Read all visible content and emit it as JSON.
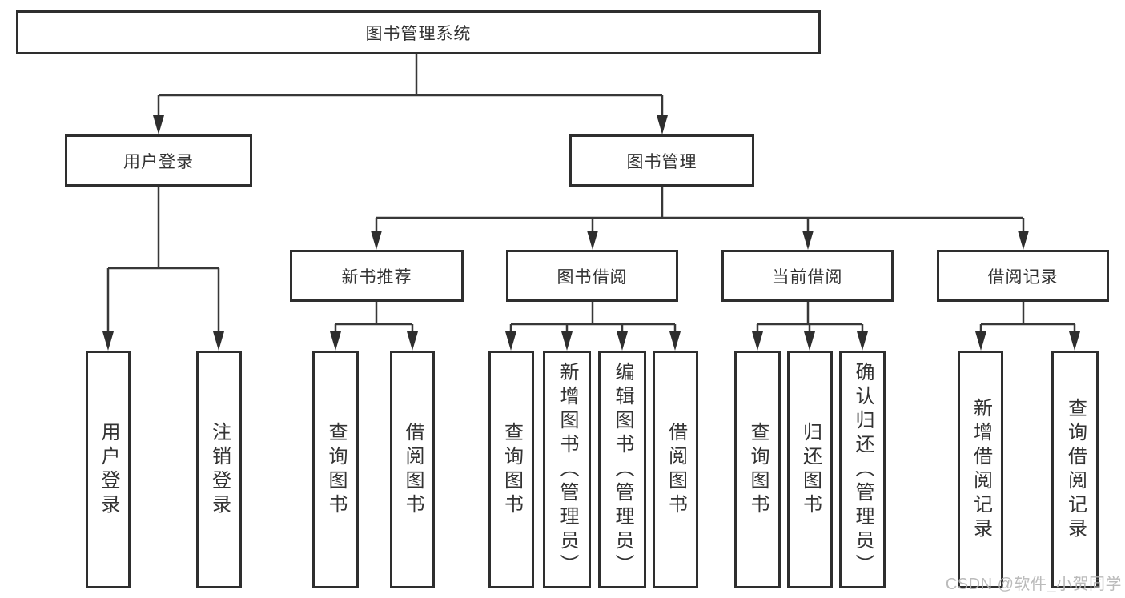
{
  "tree": {
    "label": "图书管理系统",
    "children": [
      {
        "label": "用户登录",
        "children": [
          {
            "label": "用户登录"
          },
          {
            "label": "注销登录"
          }
        ]
      },
      {
        "label": "图书管理",
        "children": [
          {
            "label": "新书推荐",
            "children": [
              {
                "label": "查询图书"
              },
              {
                "label": "借阅图书"
              }
            ]
          },
          {
            "label": "图书借阅",
            "children": [
              {
                "label": "查询图书"
              },
              {
                "label": "新增图书（管理员）"
              },
              {
                "label": "编辑图书（管理员）"
              },
              {
                "label": "借阅图书"
              }
            ]
          },
          {
            "label": "当前借阅",
            "children": [
              {
                "label": "查询图书"
              },
              {
                "label": "归还图书"
              },
              {
                "label": "确认归还（管理员）"
              }
            ]
          },
          {
            "label": "借阅记录",
            "children": [
              {
                "label": "新增借阅记录"
              },
              {
                "label": "查询借阅记录"
              }
            ]
          }
        ]
      }
    ]
  },
  "watermark": {
    "text": "CSDN @软件_小贺同学",
    "color": "#b6b6b6"
  },
  "colors": {
    "background": "#ffffff",
    "box_border": "#2e2e2e",
    "connector_line": "#383838",
    "text": "#333333"
  }
}
